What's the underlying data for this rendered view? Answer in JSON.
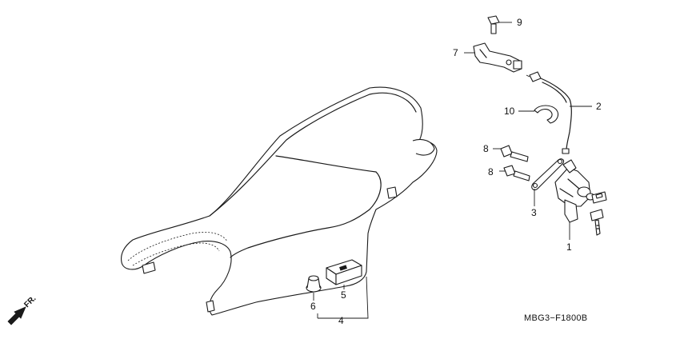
{
  "callouts": {
    "c1": "1",
    "c2": "2",
    "c3": "3",
    "c4": "4",
    "c5": "5",
    "c6": "6",
    "c7": "7",
    "c8a": "8",
    "c8b": "8",
    "c9": "9",
    "c10": "10"
  },
  "diagram_code": "MBG3−F1800B",
  "direction_label": "FR.",
  "colors": {
    "line": "#1a1a1a",
    "background": "#ffffff"
  }
}
